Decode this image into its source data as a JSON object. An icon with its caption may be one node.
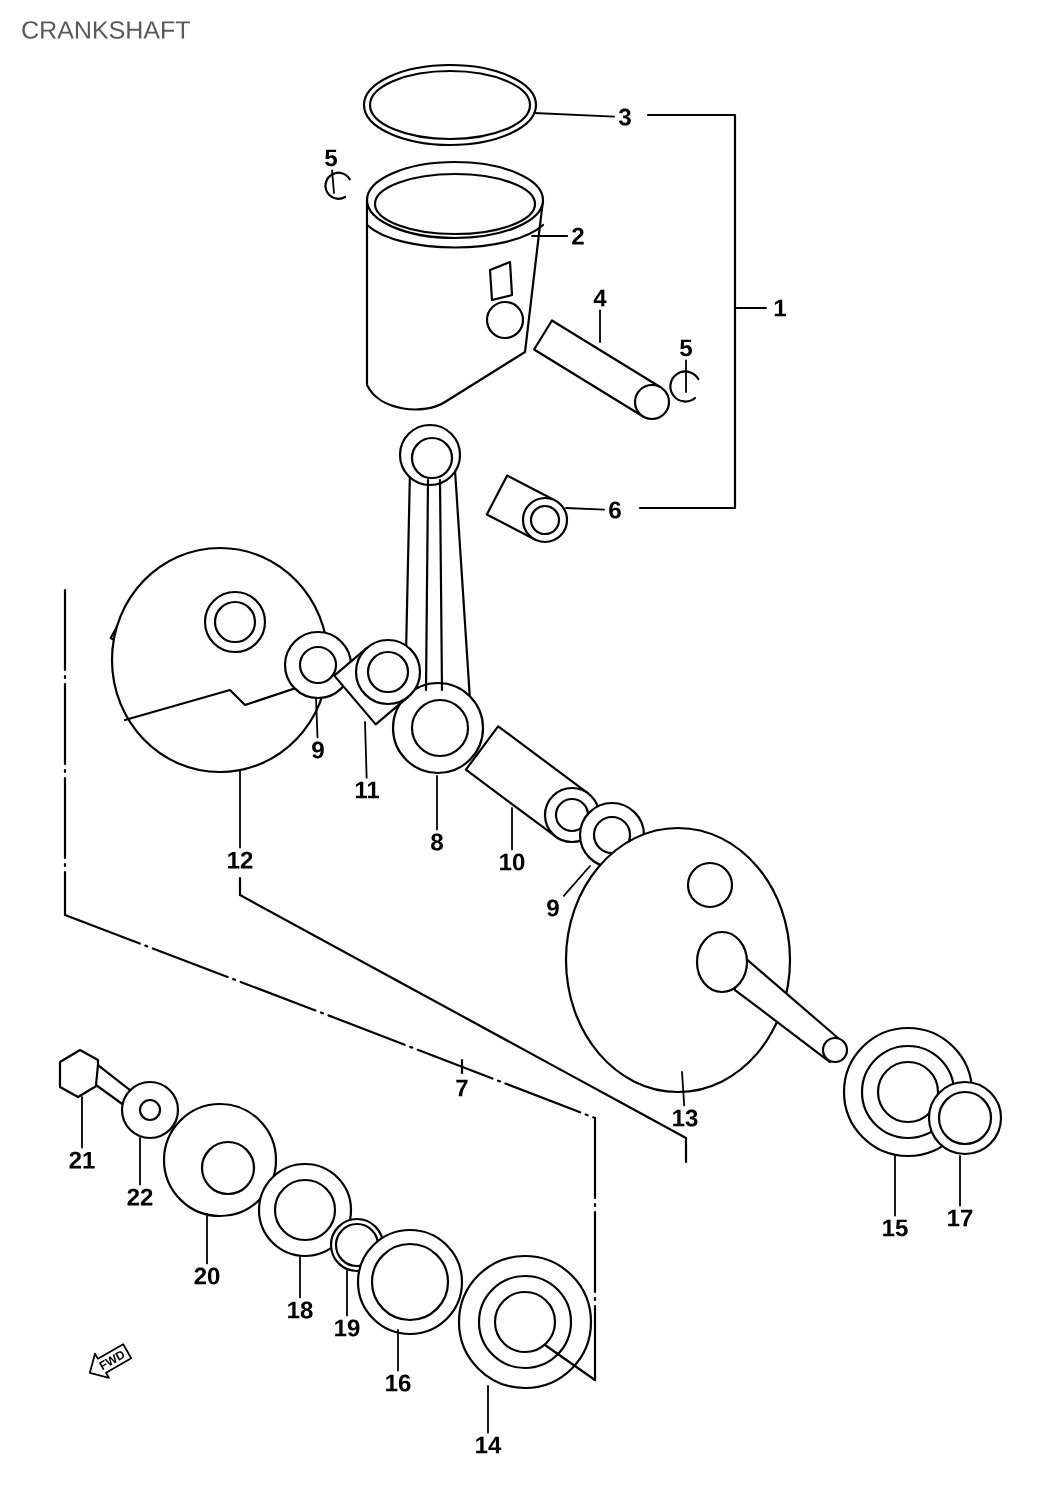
{
  "diagram": {
    "title": "CRANKSHAFT",
    "nodes": [
      {
        "text": [
          "3"
        ]
      },
      {
        "text": [
          "5"
        ]
      },
      {
        "text": [
          "2"
        ]
      },
      {
        "text": [
          "4"
        ]
      },
      {
        "text": [
          "5"
        ]
      },
      {
        "text": [
          "6"
        ]
      },
      {
        "text": [
          "9"
        ]
      },
      {
        "text": [
          "11"
        ]
      },
      {
        "text": [
          "8"
        ]
      },
      {
        "text": [
          "12"
        ]
      },
      {
        "text": [
          "10"
        ]
      },
      {
        "text": [
          "9"
        ]
      },
      {
        "text": [
          "13"
        ]
      },
      {
        "text": [
          "21"
        ]
      },
      {
        "text": [
          "22"
        ]
      },
      {
        "text": [
          "17"
        ]
      },
      {
        "text": [
          "15"
        ]
      },
      {
        "text": [
          "20"
        ]
      },
      {
        "text": [
          "18"
        ]
      },
      {
        "text": [
          "19"
        ]
      },
      {
        "text": [
          "16"
        ]
      },
      {
        "text": [
          "14"
        ]
      }
    ],
    "edges": [
      {
        "from": 0,
        "to": null,
        "arrow": "none"
      },
      {
        "from": 1,
        "to": null,
        "arrow": "none"
      },
      {
        "from": 2,
        "to": null,
        "arrow": "none"
      },
      {
        "from": 3,
        "to": null,
        "arrow": "none"
      },
      {
        "from": 4,
        "to": null,
        "arrow": "none"
      },
      {
        "from": 5,
        "to": null,
        "arrow": "none"
      },
      {
        "from": 6,
        "to": null,
        "arrow": "none"
      },
      {
        "from": 7,
        "to": null,
        "arrow": "none"
      },
      {
        "from": 8,
        "to": null,
        "arrow": "none"
      },
      {
        "from": 9,
        "to": null,
        "arrow": "none"
      },
      {
        "from": 10,
        "to": null,
        "arrow": "none"
      },
      {
        "from": 11,
        "to": null,
        "arrow": "none"
      },
      {
        "from": 12,
        "to": null,
        "arrow": "none"
      },
      {
        "from": 13,
        "to": null,
        "arrow": "none"
      },
      {
        "from": 14,
        "to": null,
        "arrow": "none"
      },
      {
        "from": 15,
        "to": null,
        "arrow": "none"
      },
      {
        "from": 16,
        "to": null,
        "arrow": "none"
      },
      {
        "from": 17,
        "to": null,
        "arrow": "none"
      },
      {
        "from": 18,
        "to": null,
        "arrow": "none"
      },
      {
        "from": 19,
        "to": null,
        "arrow": "none"
      },
      {
        "from": 20,
        "to": null,
        "arrow": "none"
      },
      {
        "from": 21,
        "to": null,
        "arrow": "none"
      }
    ],
    "labels": [
      "1",
      "7",
      "FWD"
    ]
  }
}
